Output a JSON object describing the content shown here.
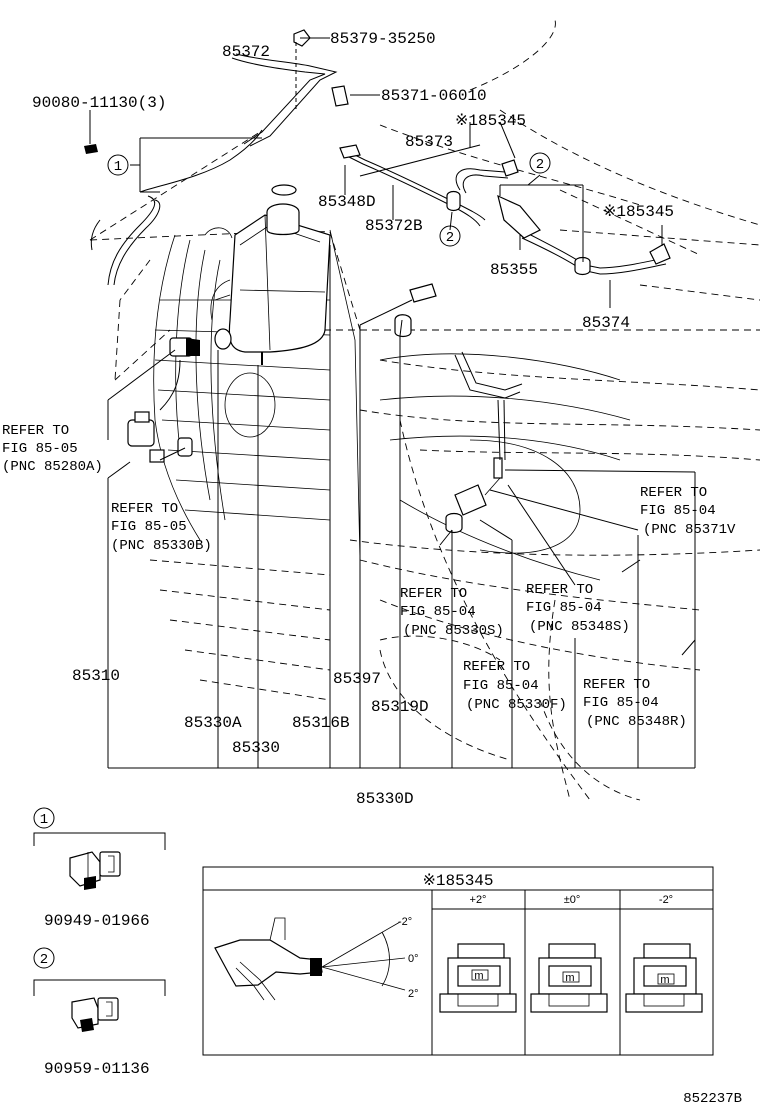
{
  "labels": {
    "p85379": "85379-35250",
    "p85372": "85372",
    "p85371": "85371-06010",
    "p90080": "90080-11130(3)",
    "p85345a": "※185345",
    "p85373": "85373",
    "p85348D": "85348D",
    "p85372B": "85372B",
    "p85345b": "※185345",
    "p85355": "85355",
    "p85374": "85374",
    "p85310": "85310",
    "p85330A": "85330A",
    "p85330": "85330",
    "p85316B": "85316B",
    "p85397": "85397",
    "p85319D": "85319D",
    "p85330D": "85330D",
    "ref_85280A": [
      "REFER TO",
      "FIG 85-05",
      "(PNC 85280A)"
    ],
    "ref_85330B": [
      "REFER TO",
      "FIG 85-05",
      "(PNC 85330B)"
    ],
    "ref_85371V": [
      "REFER TO",
      "FIG 85-04",
      "(PNC 85371V"
    ],
    "ref_85330S": [
      "REFER TO",
      "FIG 85-04",
      "(PNC 85330S)"
    ],
    "ref_85348S": [
      "REFER TO",
      "FIG 85-04",
      "(PNC 85348S)"
    ],
    "ref_85330F": [
      "REFER TO",
      "FIG 85-04",
      "(PNC 85330F)"
    ],
    "ref_85348R": [
      "REFER TO",
      "FIG 85-04",
      "(PNC 85348R)"
    ]
  },
  "callouts": {
    "c1": "1",
    "c2": "2"
  },
  "inset1": {
    "marker": "1",
    "part": "90949-01966"
  },
  "inset2": {
    "marker": "2",
    "part": "90959-01136"
  },
  "nozzle_table": {
    "title": "※185345",
    "columns": [
      "+2°",
      "±0°",
      "-2°"
    ],
    "angles": [
      "-2°",
      "0°",
      "2°"
    ]
  },
  "footer_code": "852237B"
}
